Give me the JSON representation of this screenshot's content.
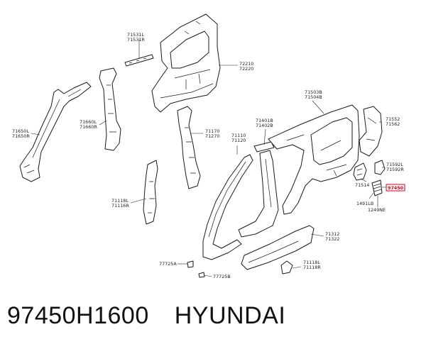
{
  "labels": {
    "l71531": "71531L\n71531R",
    "l72210": "72210\n72220",
    "l71650": "71650L\n71650R",
    "l71660": "71660L\n71660R",
    "l71170": "71170\n71270",
    "l71110": "71110\n71120",
    "l71401": "71401B\n71402B",
    "l71503": "71503B\n71504B",
    "l71552": "71552\n71562",
    "l71592": "71592L\n71592R",
    "l71514": "71514",
    "l97450": "97450",
    "l1491": "1491LB",
    "l1249": "1249NE",
    "l71118a": "71118L\n71116R",
    "l71312": "71312\n71322",
    "l77725a": "77725A",
    "l77725b": "77725B",
    "l71118b": "71118L\n71118R"
  },
  "caption": {
    "part_number": "97450H1600",
    "brand": "HYUNDAI"
  },
  "colors": {
    "highlight": "#d0021b",
    "line": "#1a1a1a"
  }
}
